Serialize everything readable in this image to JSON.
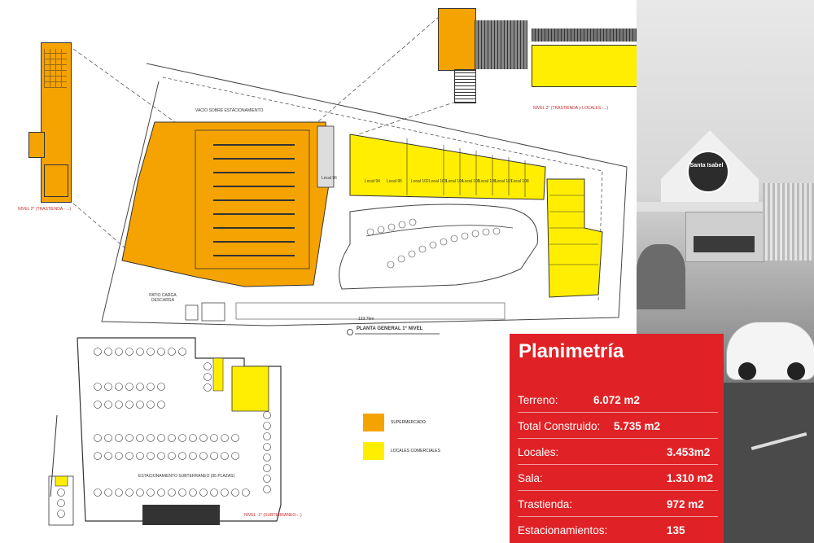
{
  "panel": {
    "title": "Planimetría",
    "rows": [
      {
        "label": "Terreno:",
        "value": "6.072 m2"
      },
      {
        "label": "Total Construido:",
        "value": "5.735 m2"
      },
      {
        "label": "Locales:",
        "value": "3.453m2"
      },
      {
        "label": "Sala:",
        "value": "1.310 m2"
      },
      {
        "label": "Trastienda:",
        "value": "972 m2"
      },
      {
        "label": "Estacionamientos:",
        "value": "135"
      }
    ]
  },
  "legend": {
    "supermercado": "SUPERMERCADO",
    "locales": "LOCALES COMERCIALES",
    "supermercado_color": "#f5a300",
    "locales_color": "#ffee00"
  },
  "plan_labels": {
    "main_plan": "PLANTA GENERAL 1° NIVEL",
    "patio": "PATIO CARGA DESCARGA",
    "vacio": "VACIO SOBRE ESTACIONAMIENTO",
    "nivel2_left": "NIVEL 2° (TRASTIENDA - ...)",
    "nivel2_top": "NIVEL 2° (TRASTIENDA y LOCALES -...)",
    "basement_parking": "ESTACIONAMIENTO SUBTERRANEO (95 PLAZAS)",
    "basement_nivel": "NIVEL -1° (SUBTERRANEO-...)",
    "dimension": "123.76m",
    "local_96": "Local 96",
    "locales": [
      "Local 94",
      "Local 95",
      "Local 102",
      "Local 103",
      "Local 104",
      "Local 105",
      "Local 106",
      "Local 107",
      "Local 108"
    ]
  },
  "photo": {
    "store_sign": "Santa Isabel"
  }
}
